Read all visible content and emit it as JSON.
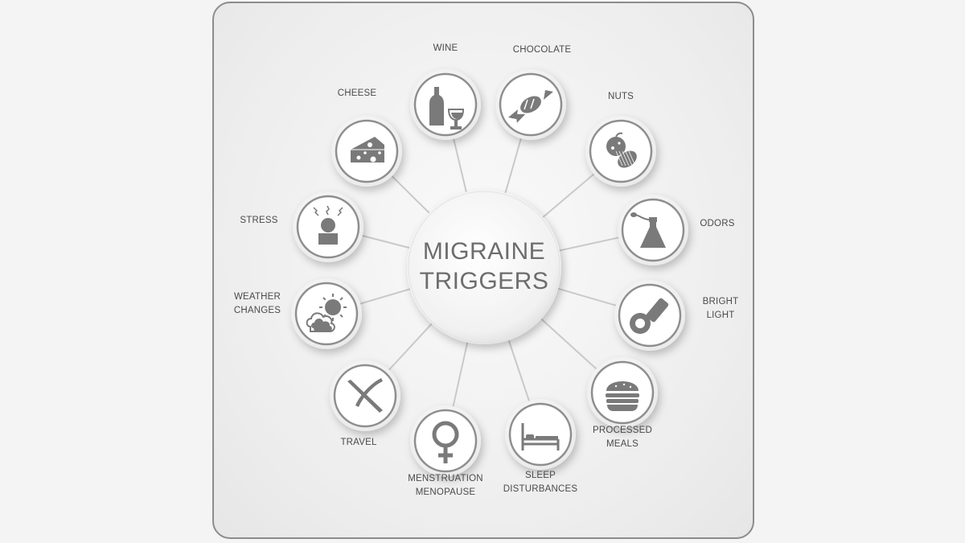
{
  "center": {
    "line1": "MIGRAINE",
    "line2": "TRIGGERS"
  },
  "colors": {
    "icon": "#7a7a7a",
    "spoke": "#c9c9c9",
    "ring": "#8e8e8e",
    "text": "#4a4a4a",
    "border": "#8c8c8c"
  },
  "triggers": [
    {
      "id": "wine",
      "label": "WINE",
      "icon": "wine-icon"
    },
    {
      "id": "chocolate",
      "label": "CHOCOLATE",
      "icon": "candy-icon"
    },
    {
      "id": "nuts",
      "label": "NUTS",
      "icon": "nuts-icon"
    },
    {
      "id": "odors",
      "label": "ODORS",
      "icon": "perfume-icon"
    },
    {
      "id": "bright-light",
      "label": "BRIGHT\nLIGHT",
      "icon": "flashlight-icon"
    },
    {
      "id": "processed-meals",
      "label": "PROCESSED\nMEALS",
      "icon": "burger-icon"
    },
    {
      "id": "sleep",
      "label": "SLEEP\nDISTURBANCES",
      "icon": "bed-icon"
    },
    {
      "id": "menstruation",
      "label": "MENSTRUATION\nMENOPAUSE",
      "icon": "female-symbol-icon"
    },
    {
      "id": "travel",
      "label": "TRAVEL",
      "icon": "airplane-icon"
    },
    {
      "id": "weather",
      "label": "WEATHER\nCHANGES",
      "icon": "cloud-sun-icon"
    },
    {
      "id": "stress",
      "label": "STRESS",
      "icon": "stressed-person-icon"
    },
    {
      "id": "cheese",
      "label": "CHEESE",
      "icon": "cheese-icon"
    }
  ]
}
